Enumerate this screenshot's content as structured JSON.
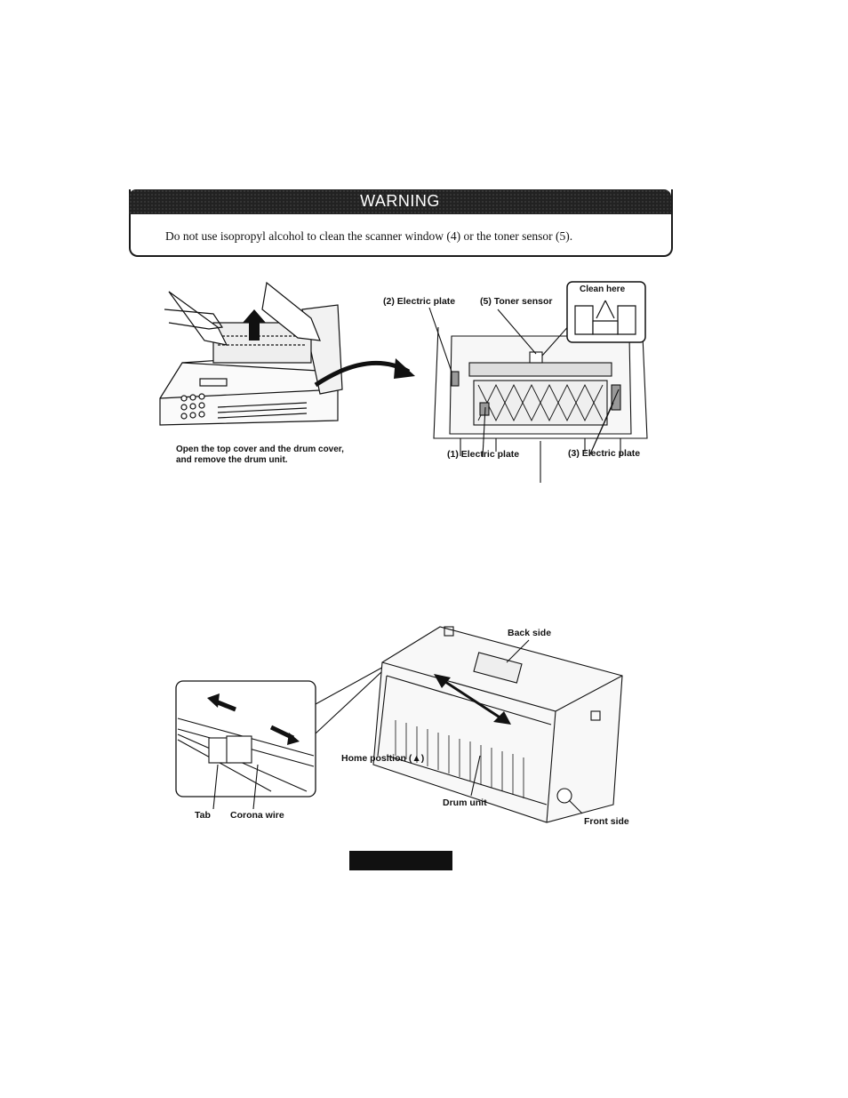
{
  "warning": {
    "title": "WARNING",
    "text": "Do not use isopropyl alcohol to clean the scanner window (4) or the toner sensor (5)."
  },
  "figure1": {
    "caption_line1": "Open the top cover and the drum cover,",
    "caption_line2": "and remove the drum unit.",
    "labels": {
      "electric_plate_2": "(2) Electric plate",
      "toner_sensor_5": "(5) Toner sensor",
      "clean_here": "Clean here",
      "electric_plate_1": "(1) Electric plate",
      "electric_plate_3": "(3) Electric plate"
    }
  },
  "figure2": {
    "labels": {
      "back_side": "Back side",
      "home_position": "Home position (▲)",
      "drum_unit": "Drum unit",
      "front_side": "Front side",
      "tab": "Tab",
      "corona_wire": "Corona wire"
    }
  }
}
